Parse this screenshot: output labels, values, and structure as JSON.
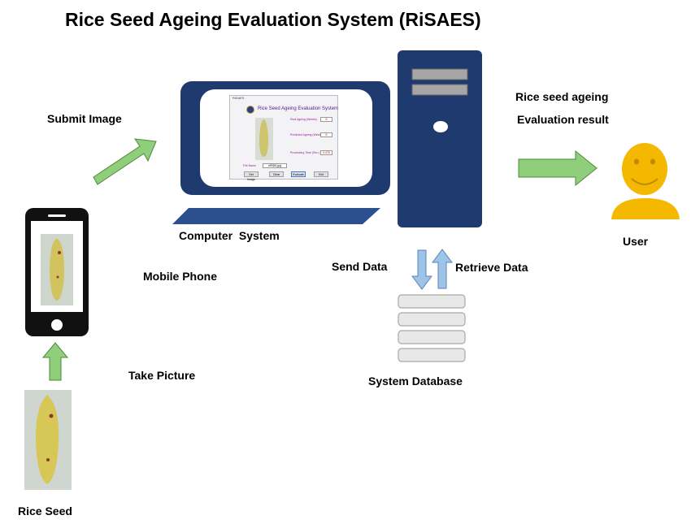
{
  "title": "Rice Seed Ageing Evaluation System (RiSAES)",
  "labels": {
    "submit_image": "Submit Image",
    "computer_system": "Computer  System",
    "mobile_phone": "Mobile Phone",
    "take_picture": "Take Picture",
    "rice_seed": "Rice Seed",
    "send_data": "Send Data",
    "retrieve_data": "Retrieve Data",
    "system_database": "System Database",
    "result_line1": "Rice seed ageing",
    "result_line2": "Evaluation result",
    "user": "User"
  },
  "app_window": {
    "titlebar": "RiSAES",
    "heading": "Rice Seed Ageing Evaluation System",
    "field1_label": "Real Ageing (Weeks)",
    "field1_value": "8",
    "field2_label": "Predicted Ageing (Weeks)",
    "field2_value": "8",
    "field3_label": "Processing Time (Sec.)",
    "field3_value": "0.476",
    "file_label": "File Name",
    "file_value": "xRS81.jpg",
    "buttons": [
      "Get Image",
      "Clear",
      "Evaluate",
      "Exit"
    ]
  },
  "colors": {
    "arrow_green": "#8fce7a",
    "arrow_blue": "#9dc3e6",
    "monitor_navy": "#1f3a6e",
    "user_yellow": "#f4b800"
  }
}
